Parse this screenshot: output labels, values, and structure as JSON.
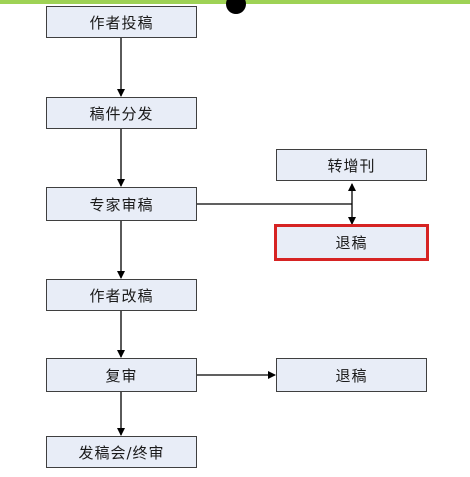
{
  "flowchart": {
    "nodes": {
      "submit": "作者投稿",
      "distribute": "稿件分发",
      "expert_review": "专家审稿",
      "author_revise": "作者改稿",
      "re_review": "复审",
      "final": "发稿会/终审",
      "transfer": "转增刊",
      "reject_1": "退稿",
      "reject_2": "退稿"
    },
    "highlight_color": "#d62323",
    "box_fill": "#e8edf7"
  }
}
